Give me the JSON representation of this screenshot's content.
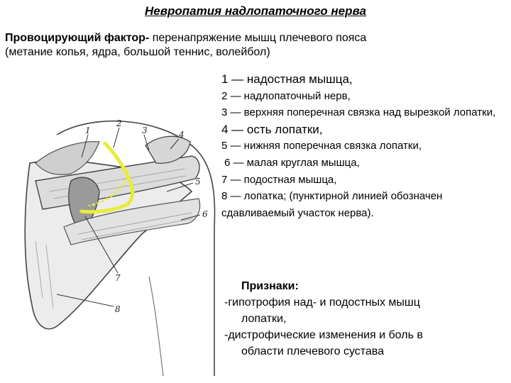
{
  "title": "Невропатия надлопаточного нерва",
  "factor": {
    "label": "Провоцирующий фактор-",
    "text_line1": " перенапряжение мышц плечевого пояса",
    "text_line2": "(метание копья, ядра, большой теннис, волейбол)"
  },
  "legend": [
    "1 — надостная мышца,",
    "2 — надлопаточный нерв,",
    "3 — верхняя поперечная связка над вырезкой лопатки,",
    "4 — ость лопатки,",
    "5 — нижняя поперечная связка лопатки,",
    "6 — малая круглая мышца,",
    "7 — подостная мышца,",
    "8 — лопатка; (пунктирной линией обозначен сдавливаемый участок нерва)."
  ],
  "signs": {
    "heading": "Признаки:",
    "item1_line1": "-гипотрофия над- и подостных мышц",
    "item1_line2": "лопатки,",
    "item2_line1": "-дистрофические изменения и боль в",
    "item2_line2": "области плечевого сустава"
  },
  "figure_labels": [
    "1",
    "2",
    "3",
    "4",
    "5",
    "6",
    "7",
    "8"
  ],
  "colors": {
    "nerve": "#e8ec3c",
    "line": "#333333"
  }
}
